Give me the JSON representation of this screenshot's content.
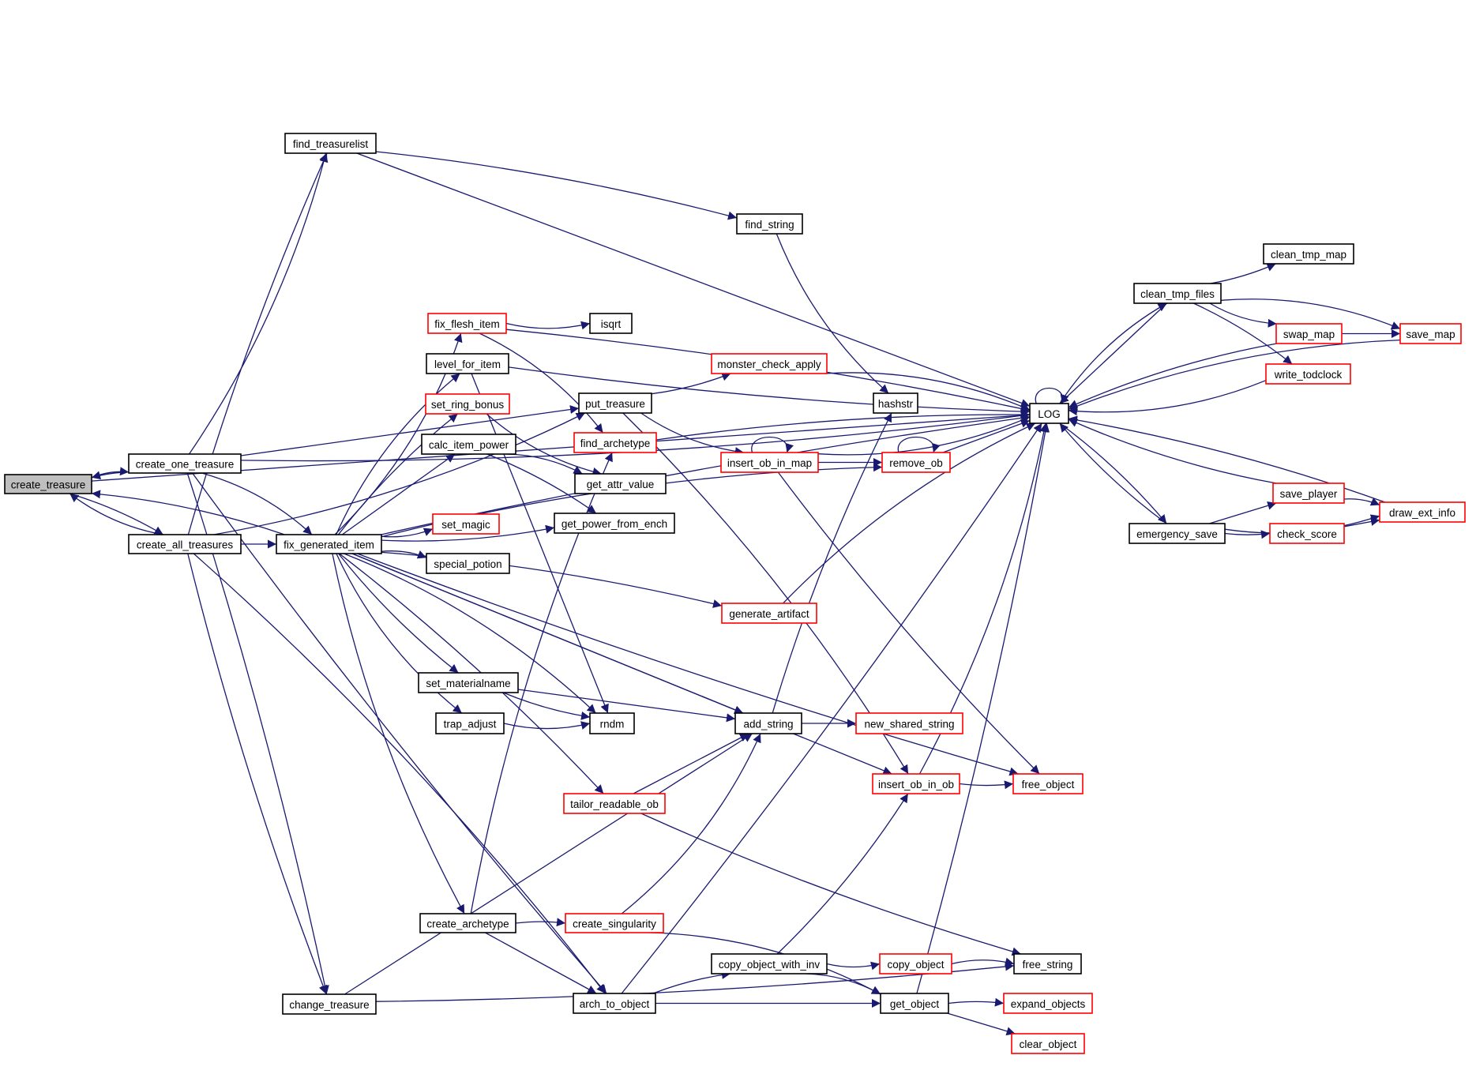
{
  "title": "create_treasure call graph",
  "colors": {
    "edge": "#191970",
    "root_fill": "#bfbfbf",
    "normal_border": "#000000",
    "truncated_border": "#ff0000",
    "node_fill": "#ffffff"
  },
  "nodes": [
    {
      "id": "create_treasure",
      "label": "create_treasure",
      "kind": "root"
    },
    {
      "id": "create_one_treasure",
      "label": "create_one_treasure",
      "kind": "normal"
    },
    {
      "id": "create_all_treasures",
      "label": "create_all_treasures",
      "kind": "normal"
    },
    {
      "id": "find_treasurelist",
      "label": "find_treasurelist",
      "kind": "normal"
    },
    {
      "id": "fix_generated_item",
      "label": "fix_generated_item",
      "kind": "normal"
    },
    {
      "id": "change_treasure",
      "label": "change_treasure",
      "kind": "normal"
    },
    {
      "id": "fix_flesh_item",
      "label": "fix_flesh_item",
      "kind": "truncated"
    },
    {
      "id": "isqrt",
      "label": "isqrt",
      "kind": "normal"
    },
    {
      "id": "level_for_item",
      "label": "level_for_item",
      "kind": "normal"
    },
    {
      "id": "set_ring_bonus",
      "label": "set_ring_bonus",
      "kind": "truncated"
    },
    {
      "id": "calc_item_power",
      "label": "calc_item_power",
      "kind": "normal"
    },
    {
      "id": "set_magic",
      "label": "set_magic",
      "kind": "truncated"
    },
    {
      "id": "special_potion",
      "label": "special_potion",
      "kind": "normal"
    },
    {
      "id": "set_materialname",
      "label": "set_materialname",
      "kind": "normal"
    },
    {
      "id": "trap_adjust",
      "label": "trap_adjust",
      "kind": "normal"
    },
    {
      "id": "create_archetype",
      "label": "create_archetype",
      "kind": "normal"
    },
    {
      "id": "put_treasure",
      "label": "put_treasure",
      "kind": "normal"
    },
    {
      "id": "find_archetype",
      "label": "find_archetype",
      "kind": "truncated"
    },
    {
      "id": "get_attr_value",
      "label": "get_attr_value",
      "kind": "normal"
    },
    {
      "id": "get_power_from_ench",
      "label": "get_power_from_ench",
      "kind": "normal"
    },
    {
      "id": "rndm",
      "label": "rndm",
      "kind": "normal"
    },
    {
      "id": "tailor_readable_ob",
      "label": "tailor_readable_ob",
      "kind": "truncated"
    },
    {
      "id": "create_singularity",
      "label": "create_singularity",
      "kind": "truncated"
    },
    {
      "id": "arch_to_object",
      "label": "arch_to_object",
      "kind": "normal"
    },
    {
      "id": "find_string",
      "label": "find_string",
      "kind": "normal"
    },
    {
      "id": "monster_check_apply",
      "label": "monster_check_apply",
      "kind": "truncated"
    },
    {
      "id": "insert_ob_in_map",
      "label": "insert_ob_in_map",
      "kind": "truncated"
    },
    {
      "id": "generate_artifact",
      "label": "generate_artifact",
      "kind": "truncated"
    },
    {
      "id": "add_string",
      "label": "add_string",
      "kind": "normal"
    },
    {
      "id": "copy_object_with_inv",
      "label": "copy_object_with_inv",
      "kind": "normal"
    },
    {
      "id": "hashstr",
      "label": "hashstr",
      "kind": "normal"
    },
    {
      "id": "remove_ob",
      "label": "remove_ob",
      "kind": "truncated"
    },
    {
      "id": "new_shared_string",
      "label": "new_shared_string",
      "kind": "truncated"
    },
    {
      "id": "insert_ob_in_ob",
      "label": "insert_ob_in_ob",
      "kind": "truncated"
    },
    {
      "id": "copy_object",
      "label": "copy_object",
      "kind": "truncated"
    },
    {
      "id": "get_object",
      "label": "get_object",
      "kind": "normal"
    },
    {
      "id": "LOG",
      "label": "LOG",
      "kind": "normal"
    },
    {
      "id": "free_object",
      "label": "free_object",
      "kind": "truncated"
    },
    {
      "id": "free_string",
      "label": "free_string",
      "kind": "normal"
    },
    {
      "id": "expand_objects",
      "label": "expand_objects",
      "kind": "truncated"
    },
    {
      "id": "clear_object",
      "label": "clear_object",
      "kind": "truncated"
    },
    {
      "id": "clean_tmp_files",
      "label": "clean_tmp_files",
      "kind": "normal"
    },
    {
      "id": "clean_tmp_map",
      "label": "clean_tmp_map",
      "kind": "normal"
    },
    {
      "id": "swap_map",
      "label": "swap_map",
      "kind": "truncated"
    },
    {
      "id": "save_map",
      "label": "save_map",
      "kind": "truncated"
    },
    {
      "id": "write_todclock",
      "label": "write_todclock",
      "kind": "truncated"
    },
    {
      "id": "emergency_save",
      "label": "emergency_save",
      "kind": "normal"
    },
    {
      "id": "save_player",
      "label": "save_player",
      "kind": "truncated"
    },
    {
      "id": "check_score",
      "label": "check_score",
      "kind": "truncated"
    },
    {
      "id": "draw_ext_info",
      "label": "draw_ext_info",
      "kind": "truncated"
    }
  ],
  "edges": [
    [
      "create_treasure",
      "create_one_treasure"
    ],
    [
      "create_treasure",
      "create_all_treasures"
    ],
    [
      "create_treasure",
      "LOG"
    ],
    [
      "create_one_treasure",
      "create_treasure"
    ],
    [
      "create_one_treasure",
      "find_treasurelist"
    ],
    [
      "create_one_treasure",
      "fix_generated_item"
    ],
    [
      "create_one_treasure",
      "change_treasure"
    ],
    [
      "create_one_treasure",
      "put_treasure"
    ],
    [
      "create_one_treasure",
      "arch_to_object"
    ],
    [
      "create_one_treasure",
      "LOG"
    ],
    [
      "create_all_treasures",
      "create_treasure"
    ],
    [
      "create_all_treasures",
      "find_treasurelist"
    ],
    [
      "create_all_treasures",
      "fix_generated_item"
    ],
    [
      "create_all_treasures",
      "change_treasure"
    ],
    [
      "create_all_treasures",
      "put_treasure"
    ],
    [
      "create_all_treasures",
      "arch_to_object"
    ],
    [
      "find_treasurelist",
      "find_string"
    ],
    [
      "find_treasurelist",
      "LOG"
    ],
    [
      "fix_generated_item",
      "create_treasure"
    ],
    [
      "fix_generated_item",
      "fix_flesh_item"
    ],
    [
      "fix_generated_item",
      "level_for_item"
    ],
    [
      "fix_generated_item",
      "set_ring_bonus"
    ],
    [
      "fix_generated_item",
      "calc_item_power"
    ],
    [
      "fix_generated_item",
      "get_power_from_ench"
    ],
    [
      "fix_generated_item",
      "set_magic"
    ],
    [
      "fix_generated_item",
      "special_potion"
    ],
    [
      "fix_generated_item",
      "generate_artifact"
    ],
    [
      "fix_generated_item",
      "add_string"
    ],
    [
      "fix_generated_item",
      "set_materialname"
    ],
    [
      "fix_generated_item",
      "trap_adjust"
    ],
    [
      "fix_generated_item",
      "rndm"
    ],
    [
      "fix_generated_item",
      "tailor_readable_ob"
    ],
    [
      "fix_generated_item",
      "insert_ob_in_ob"
    ],
    [
      "fix_generated_item",
      "free_object"
    ],
    [
      "fix_generated_item",
      "create_archetype"
    ],
    [
      "fix_generated_item",
      "remove_ob"
    ],
    [
      "fix_generated_item",
      "LOG"
    ],
    [
      "change_treasure",
      "add_string"
    ],
    [
      "change_treasure",
      "free_string"
    ],
    [
      "fix_flesh_item",
      "isqrt"
    ],
    [
      "fix_flesh_item",
      "find_archetype"
    ],
    [
      "fix_flesh_item",
      "LOG"
    ],
    [
      "level_for_item",
      "rndm"
    ],
    [
      "level_for_item",
      "LOG"
    ],
    [
      "set_ring_bonus",
      "get_attr_value"
    ],
    [
      "calc_item_power",
      "get_attr_value"
    ],
    [
      "calc_item_power",
      "get_power_from_ench"
    ],
    [
      "set_materialname",
      "add_string"
    ],
    [
      "set_materialname",
      "rndm"
    ],
    [
      "trap_adjust",
      "rndm"
    ],
    [
      "create_archetype",
      "find_archetype"
    ],
    [
      "create_archetype",
      "create_singularity"
    ],
    [
      "create_archetype",
      "arch_to_object"
    ],
    [
      "put_treasure",
      "monster_check_apply"
    ],
    [
      "put_treasure",
      "insert_ob_in_map"
    ],
    [
      "put_treasure",
      "insert_ob_in_ob"
    ],
    [
      "find_archetype",
      "LOG"
    ],
    [
      "tailor_readable_ob",
      "add_string"
    ],
    [
      "tailor_readable_ob",
      "free_string"
    ],
    [
      "create_singularity",
      "add_string"
    ],
    [
      "create_singularity",
      "get_object"
    ],
    [
      "arch_to_object",
      "copy_object_with_inv"
    ],
    [
      "arch_to_object",
      "get_object"
    ],
    [
      "arch_to_object",
      "LOG"
    ],
    [
      "find_string",
      "hashstr"
    ],
    [
      "monster_check_apply",
      "LOG"
    ],
    [
      "insert_ob_in_map",
      "insert_ob_in_map"
    ],
    [
      "insert_ob_in_map",
      "remove_ob"
    ],
    [
      "insert_ob_in_map",
      "free_object"
    ],
    [
      "insert_ob_in_map",
      "LOG"
    ],
    [
      "generate_artifact",
      "LOG"
    ],
    [
      "add_string",
      "hashstr"
    ],
    [
      "add_string",
      "new_shared_string"
    ],
    [
      "copy_object_with_inv",
      "insert_ob_in_ob"
    ],
    [
      "copy_object_with_inv",
      "copy_object"
    ],
    [
      "copy_object_with_inv",
      "get_object"
    ],
    [
      "remove_ob",
      "remove_ob"
    ],
    [
      "remove_ob",
      "LOG"
    ],
    [
      "insert_ob_in_ob",
      "free_object"
    ],
    [
      "insert_ob_in_ob",
      "LOG"
    ],
    [
      "copy_object",
      "free_string"
    ],
    [
      "get_object",
      "expand_objects"
    ],
    [
      "get_object",
      "clear_object"
    ],
    [
      "get_object",
      "LOG"
    ],
    [
      "LOG",
      "LOG"
    ],
    [
      "LOG",
      "clean_tmp_files"
    ],
    [
      "LOG",
      "emergency_save"
    ],
    [
      "clean_tmp_files",
      "LOG"
    ],
    [
      "clean_tmp_files",
      "clean_tmp_map"
    ],
    [
      "clean_tmp_files",
      "swap_map"
    ],
    [
      "clean_tmp_files",
      "save_map"
    ],
    [
      "clean_tmp_files",
      "write_todclock"
    ],
    [
      "swap_map",
      "save_map"
    ],
    [
      "swap_map",
      "LOG"
    ],
    [
      "save_map",
      "LOG"
    ],
    [
      "write_todclock",
      "LOG"
    ],
    [
      "emergency_save",
      "LOG"
    ],
    [
      "emergency_save",
      "save_player"
    ],
    [
      "emergency_save",
      "check_score"
    ],
    [
      "emergency_save",
      "draw_ext_info"
    ],
    [
      "save_player",
      "draw_ext_info"
    ],
    [
      "save_player",
      "LOG"
    ],
    [
      "check_score",
      "draw_ext_info"
    ],
    [
      "draw_ext_info",
      "LOG"
    ]
  ]
}
